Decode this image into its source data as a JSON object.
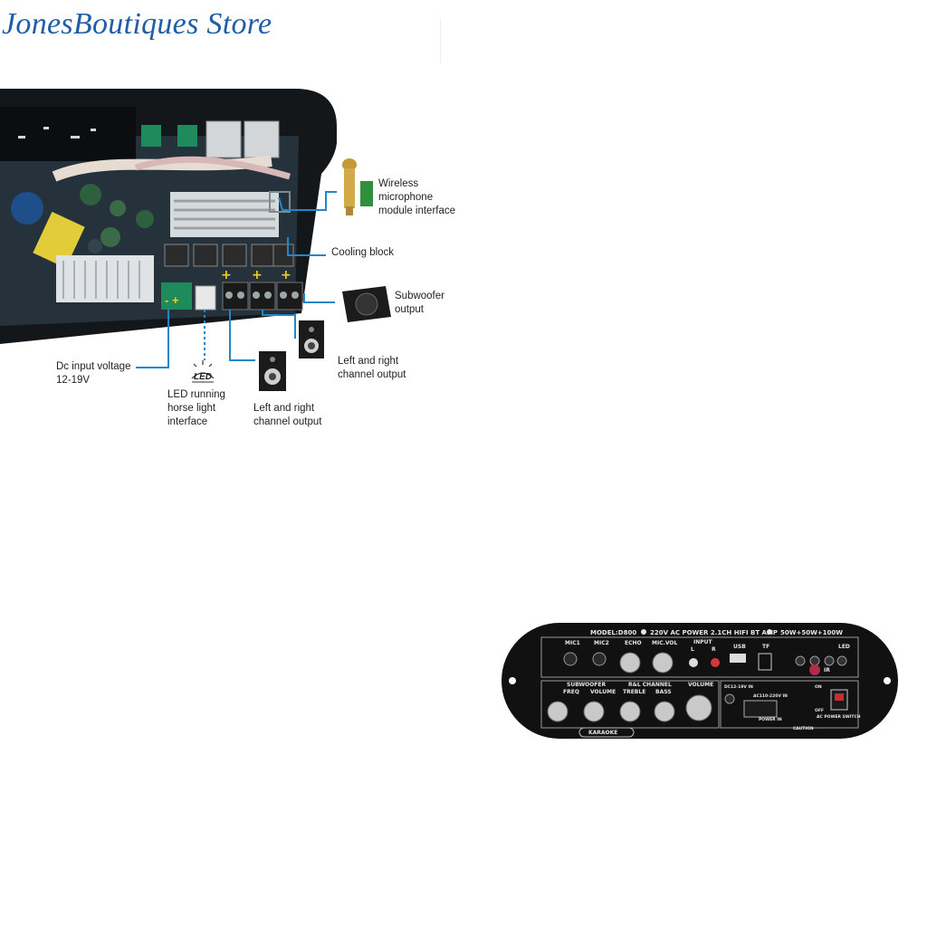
{
  "store": {
    "name": "JonesBoutiques Store"
  },
  "colors": {
    "brand": "#1f5da8",
    "callout": "#1e88c8",
    "pcb": "#23303a",
    "amp_panel": "#111111"
  },
  "diagram": {
    "labels": {
      "wireless_mic": "Wireless\nmicrophone\nmodule interface",
      "cooling": "Cooling block",
      "subwoofer": "Subwoofer\noutput",
      "lr_upper": "Left and right\nchannel output",
      "lr_lower": "Left and right\nchannel output",
      "dc_input": "Dc input voltage\n12-19V",
      "led": "LED running\nhorse light\ninterface",
      "led_icon": "LED"
    }
  },
  "amp_panel": {
    "model": "MODEL:D800",
    "power": "220V AC POWER 2.1CH HIFI BT AMP",
    "watts": "50W+50W+100W",
    "mic1": "MIC1",
    "mic2": "MIC2",
    "echo": "ECHO",
    "mic_vol": "MIC.VOL",
    "input": "INPUT",
    "input_l": "L",
    "input_r": "R",
    "usb": "USB",
    "tf": "TF",
    "ir": "IR",
    "led": "LED",
    "subwoofer": "SUBWOOFER",
    "freq": "FREQ",
    "volume1": "VOLUME",
    "rl_channel": "R&L CHANNEL",
    "treble": "TREBLE",
    "bass": "BASS",
    "volume2": "VOLUME",
    "dc": "DC12-19V IN",
    "ac": "AC110-220V IN",
    "power_in": "POWER IN",
    "on": "ON",
    "off": "OFF",
    "switch": "AC POWER SWITCH",
    "karaoke": "KARAOKE",
    "caution": "CAUTION"
  }
}
